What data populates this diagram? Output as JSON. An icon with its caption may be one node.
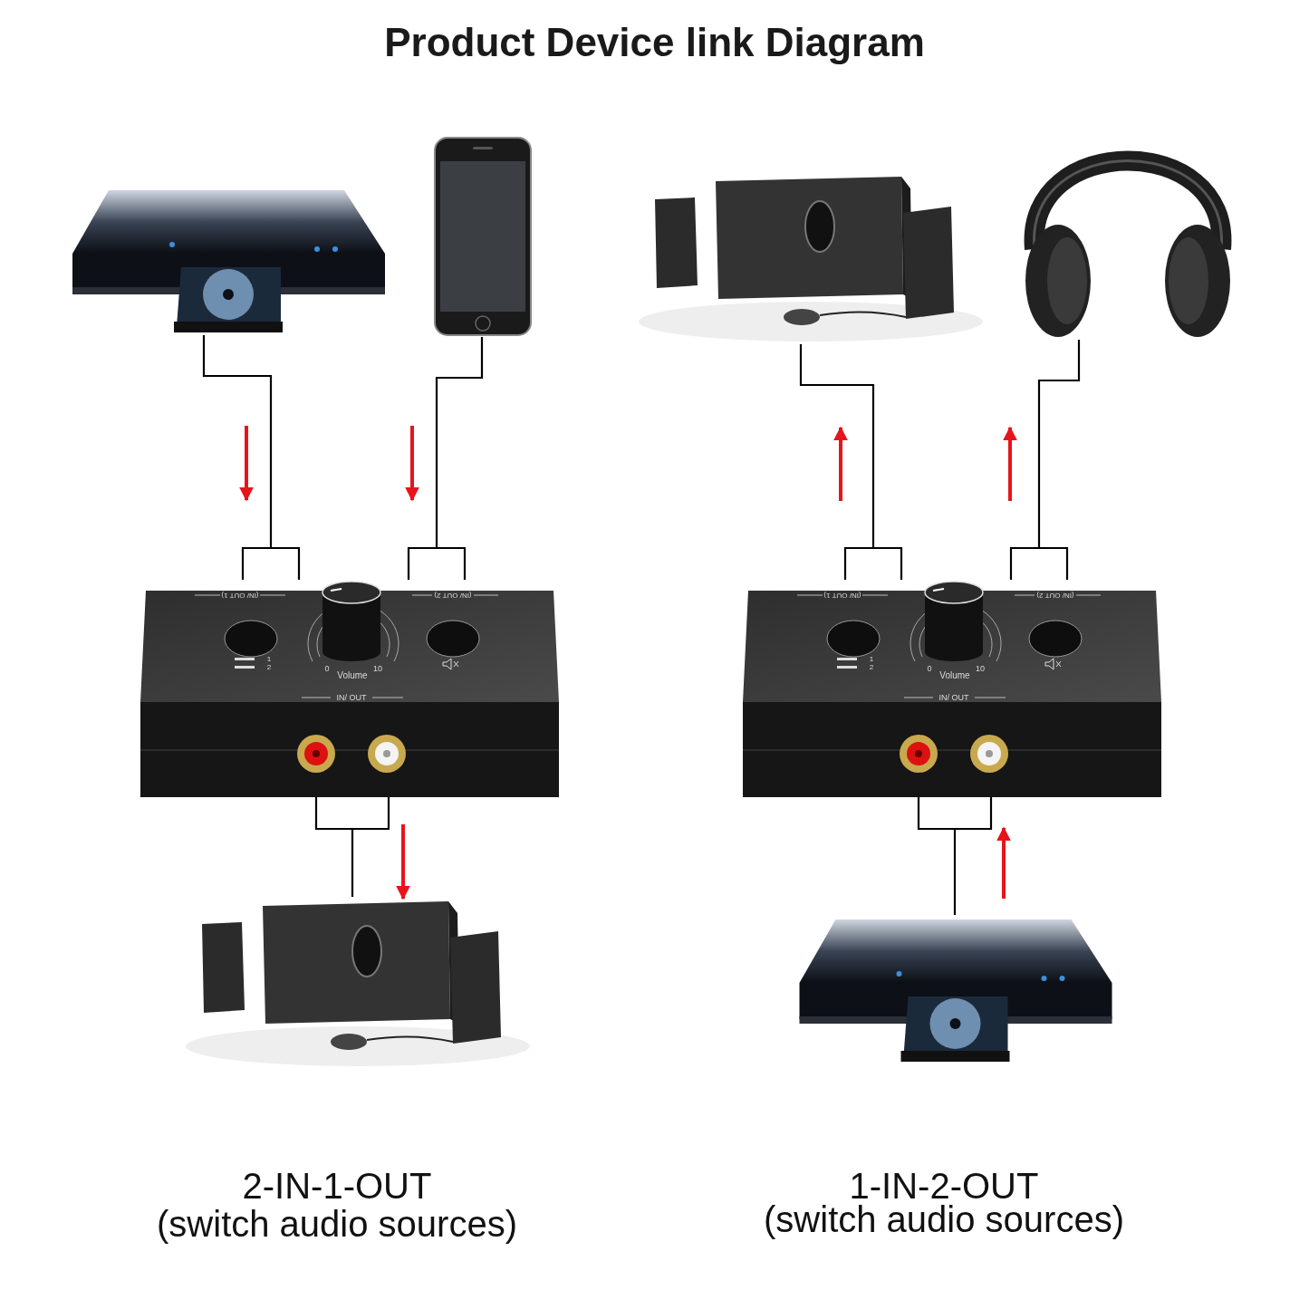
{
  "diagram": {
    "title": "Product Device link Diagram",
    "nodes": [
      {
        "text": [],
        "shape": "picture"
      },
      {
        "text": [],
        "shape": "picture"
      },
      {
        "text": [
          "(IN/ OUT 1)",
          "(IN/ OUT 2)",
          "1",
          "2",
          "0",
          "10",
          "Volume",
          "IN/ OUT"
        ]
      },
      {
        "text": [],
        "shape": "picture"
      },
      {
        "text": [],
        "shape": "picture"
      },
      {
        "text": [],
        "shape": "picture"
      },
      {
        "text": [
          "(IN/ OUT 1)",
          "(IN/ OUT 2)",
          "1",
          "2",
          "0",
          "10",
          "Volume",
          "IN/ OUT"
        ]
      },
      {
        "text": [],
        "shape": "picture"
      }
    ],
    "edges": [
      {
        "from": 0,
        "to": 2,
        "arrow": "none"
      },
      {
        "from": 1,
        "to": 2,
        "arrow": "none"
      },
      {
        "from": 2,
        "to": 3,
        "arrow": "none"
      },
      {
        "from": 6,
        "to": 4,
        "arrow": "none"
      },
      {
        "from": 6,
        "to": 5,
        "arrow": "none"
      },
      {
        "from": 7,
        "to": 6,
        "arrow": "none"
      }
    ],
    "labels": [
      "2-IN-1-OUT",
      "(switch audio sources)",
      "1-IN-2-OUT",
      "(switch audio sources)"
    ]
  }
}
